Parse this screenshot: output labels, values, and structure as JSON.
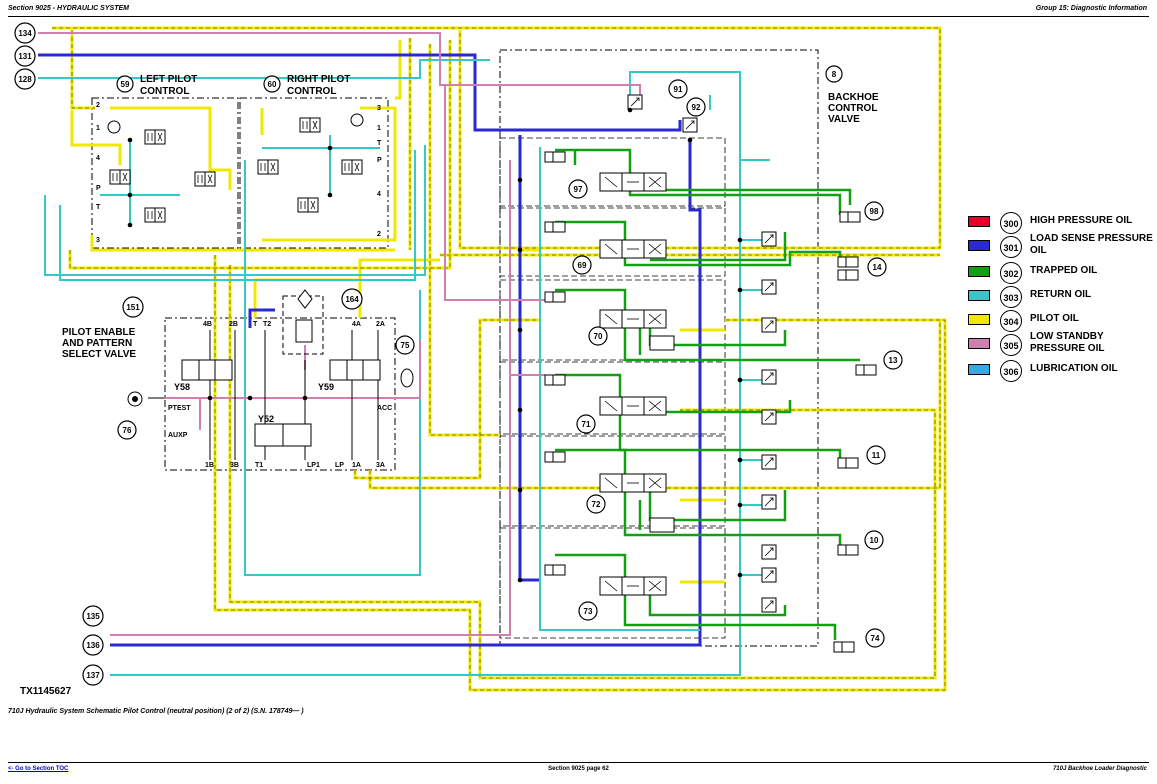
{
  "header": {
    "left": "Section 9025 - HYDRAULIC SYSTEM",
    "right": "Group 15: Diagnostic Information"
  },
  "footer": {
    "left_link": "<- Go to Section TOC",
    "center": "Section 9025 page 62",
    "right": "710J Backhoe Loader Diagnostic"
  },
  "caption": "710J Hydraulic System Schematic Pilot Control (neutral position) (2 of 2) (S.N. 178749— )",
  "figure_id": "TX1145627",
  "colors": {
    "high_pressure": "#e8002c",
    "load_sense": "#2a2ad0",
    "trapped": "#12a012",
    "return": "#36c8c8",
    "pilot": "#f0e800",
    "low_standby": "#d080b0",
    "lubrication": "#3aa8e0"
  },
  "legend": [
    {
      "code": "300",
      "label": "HIGH PRESSURE OIL",
      "color": "#e8002c"
    },
    {
      "code": "301",
      "label": "LOAD SENSE PRESSURE OIL",
      "color": "#2a2ad0"
    },
    {
      "code": "302",
      "label": "TRAPPED OIL",
      "color": "#12a012"
    },
    {
      "code": "303",
      "label": "RETURN OIL",
      "color": "#36c8c8"
    },
    {
      "code": "304",
      "label": "PILOT OIL",
      "color": "#f0e800"
    },
    {
      "code": "305",
      "label": "LOW STANDBY PRESSURE OIL",
      "color": "#d080b0"
    },
    {
      "code": "306",
      "label": "LUBRICATION OIL",
      "color": "#3aa8e0"
    }
  ],
  "components": {
    "left_pilot": {
      "num": "59",
      "label1": "LEFT PILOT",
      "label2": "CONTROL"
    },
    "right_pilot": {
      "num": "60",
      "label1": "RIGHT PILOT",
      "label2": "CONTROL"
    },
    "backhoe_valve": {
      "num": "8",
      "label1": "BACKHOE",
      "label2": "CONTROL",
      "label3": "VALVE"
    },
    "pilot_enable": {
      "num": "151",
      "label1": "PILOT ENABLE",
      "label2": "AND PATTERN",
      "label3": "SELECT VALVE"
    }
  },
  "callouts": {
    "c134": "134",
    "c131": "131",
    "c128": "128",
    "c135": "135",
    "c136": "136",
    "c137": "137",
    "c91": "91",
    "c92": "92",
    "c97": "97",
    "c98": "98",
    "c69": "69",
    "c14": "14",
    "c70": "70",
    "c13": "13",
    "c71": "71",
    "c11": "11",
    "c72": "72",
    "c10": "10",
    "c73": "73",
    "c74": "74",
    "c164": "164",
    "c75": "75",
    "c76": "76"
  },
  "port_labels": {
    "lp_2": "2",
    "lp_1": "1",
    "lp_4": "4",
    "lp_p": "P",
    "lp_t": "T",
    "lp_3": "3",
    "rp_3": "3",
    "rp_1": "1",
    "rp_t": "T",
    "rp_p": "P",
    "rp_4": "4",
    "rp_2": "2",
    "pe_4b": "4B",
    "pe_2b": "2B",
    "pe_t": "T",
    "pe_t2": "T2",
    "pe_4a": "4A",
    "pe_2a": "2A",
    "pe_1b": "1B",
    "pe_3b": "3B",
    "pe_t1": "T1",
    "pe_lp1": "LP1",
    "pe_lp": "LP",
    "pe_1a": "1A",
    "pe_3a": "3A",
    "pe_ptest": "PTEST",
    "pe_auxp": "AUXP",
    "pe_acc": "ACC"
  },
  "solenoids": {
    "y58": "Y58",
    "y59": "Y59",
    "y52": "Y52"
  }
}
